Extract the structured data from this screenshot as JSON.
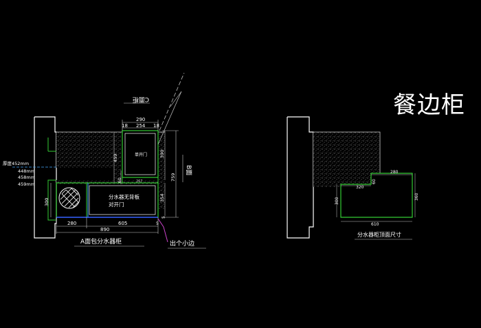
{
  "drawing_title": "餐边柜",
  "left_view": {
    "face_c": "C面柜",
    "face_b": "B面",
    "caption_a": "A面包分水器柜",
    "note_edge": "出个小边",
    "thickness": [
      "厚度452mm",
      "448mm",
      "458mm",
      "459mm"
    ],
    "cabinet_label": "单开门",
    "inner_dim": "267",
    "manifold_label_1": "分水器无背板",
    "manifold_label_2": "对开门",
    "dims": {
      "top_total": "290",
      "top_l": "18",
      "top_mid": "254",
      "top_r": "18",
      "h_459": "459",
      "h_60": "60",
      "h_390": "390",
      "h_354": "354",
      "h_759": "759",
      "h_5": "5",
      "left_300": "300",
      "bot_280": "280",
      "bot_605": "605",
      "bot_890": "890",
      "bot_5": "5"
    }
  },
  "right_view": {
    "caption": "分水器柜顶面尺寸",
    "dims": {
      "d_280": "280",
      "d_320": "320",
      "d_60": "60",
      "d_300": "300",
      "d_360": "360",
      "d_610": "610"
    }
  },
  "colors": {
    "background": "#000000",
    "wall": "#ffffff",
    "cabinet_green": "#33cc33",
    "dim_line": "#c8c8c8",
    "accent_cyan": "#44aaff",
    "magenta": "#cc44cc"
  }
}
